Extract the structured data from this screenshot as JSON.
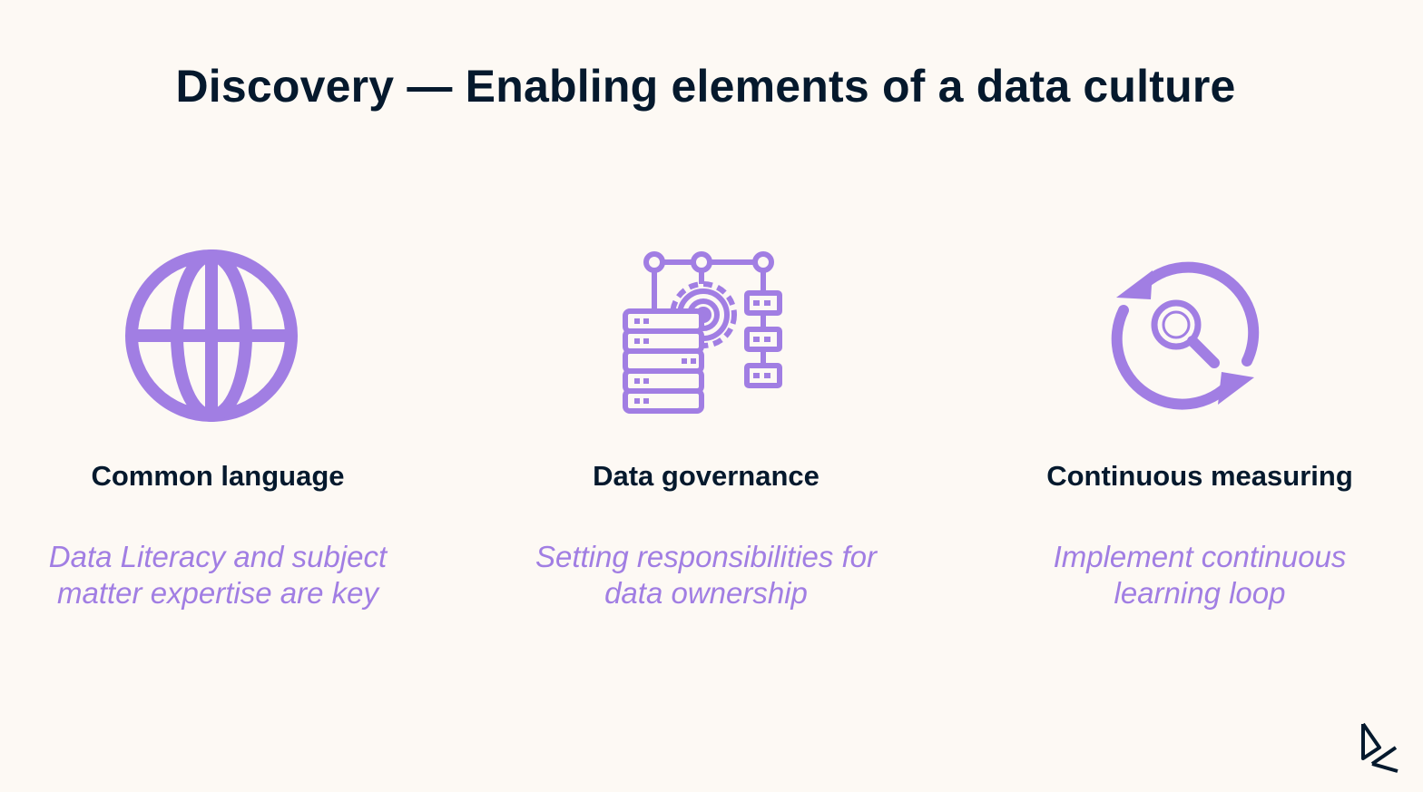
{
  "title": "Discovery — Enabling elements of a data culture",
  "accent_color": "#a17ee3",
  "text_color": "#05192d",
  "background_color": "#fdf9f4",
  "columns": [
    {
      "icon": "globe-icon",
      "heading": "Common language",
      "description": "Data Literacy and subject matter expertise are key"
    },
    {
      "icon": "data-governance-icon",
      "heading": "Data governance",
      "description": "Setting responsibilities for data ownership"
    },
    {
      "icon": "cycle-search-icon",
      "heading": "Continuous measuring",
      "description": "Implement continuous learning loop"
    }
  ],
  "logo": "datacamp-logo"
}
